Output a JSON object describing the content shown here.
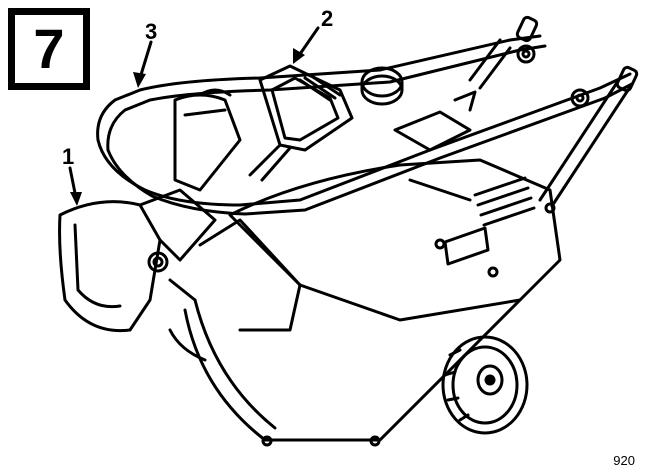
{
  "step": {
    "number": "7"
  },
  "callouts": [
    {
      "label": "1",
      "part": "discharge-chute"
    },
    {
      "label": "2",
      "part": "chute-deflector-handle"
    },
    {
      "label": "3",
      "part": "upper-handle"
    }
  ],
  "figure_id": "920",
  "colors": {
    "ink": "#000000",
    "paper": "#ffffff"
  }
}
